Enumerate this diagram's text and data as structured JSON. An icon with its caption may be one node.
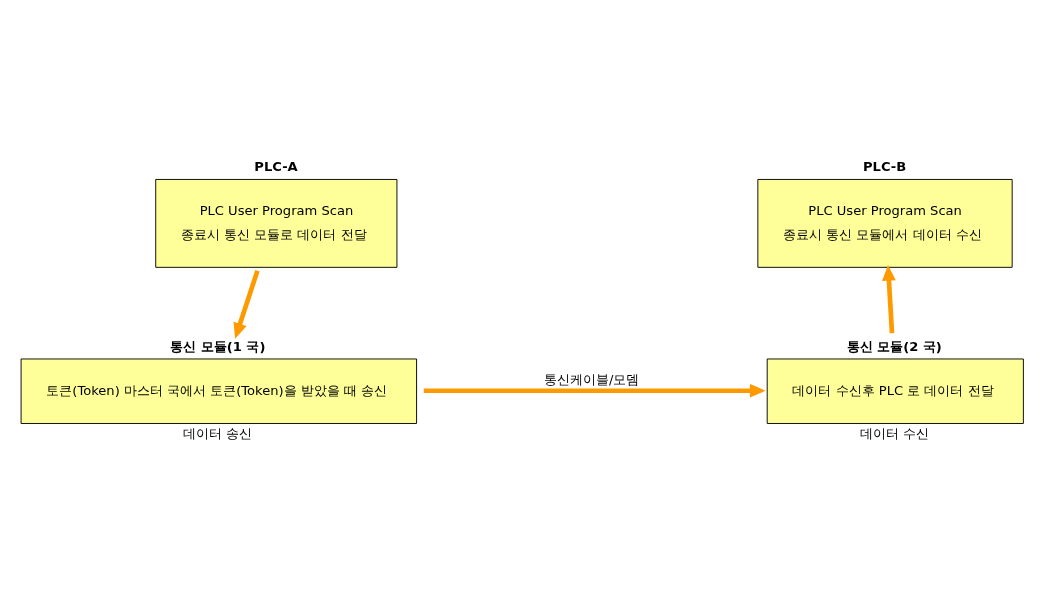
{
  "diagram": {
    "nodes": [
      {
        "text": [
          "PLC-A",
          "PLC User Program Scan",
          "종료시 통신 모듈로 데이터 전달"
        ]
      },
      {
        "text": [
          "PLC-B",
          "PLC User Program Scan",
          "종료시 통신 모듈에서 데이터 수신"
        ]
      },
      {
        "text": [
          "통신 모듈(1 국)",
          "토큰(Token) 마스터 국에서 토큰(Token)을 받았을 때 송신"
        ],
        "beside": [
          "데이터 송신"
        ]
      },
      {
        "text": [
          "통신 모듈(2 국)",
          "데이터 수신후 PLC 로 데이터 전달"
        ],
        "beside": [
          "데이터 수신"
        ]
      }
    ],
    "edges": [
      {
        "from": 0,
        "to": 2,
        "arrow": "to"
      },
      {
        "from": 3,
        "to": 1,
        "arrow": "to"
      },
      {
        "from": 2,
        "to": 3,
        "arrow": "to",
        "label": "통신케이블/모뎀"
      }
    ]
  }
}
